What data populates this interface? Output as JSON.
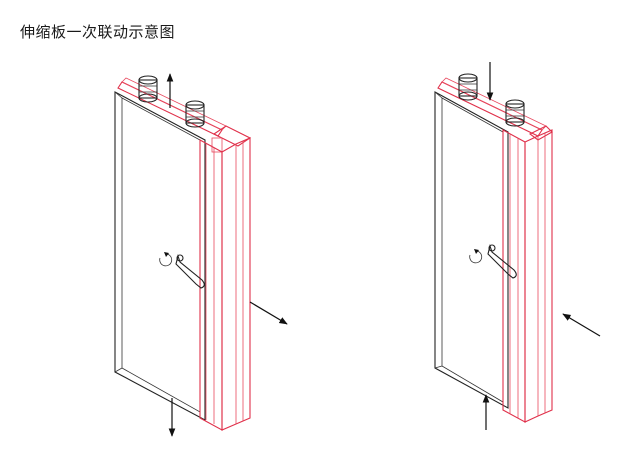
{
  "title": "伸缩板一次联动示意图",
  "colors": {
    "door_outline": "#222222",
    "telescopic_plate": "#e0304a",
    "arrow": "#111111"
  },
  "panels": [
    {
      "name": "retracted-state"
    },
    {
      "name": "extended-state"
    }
  ]
}
